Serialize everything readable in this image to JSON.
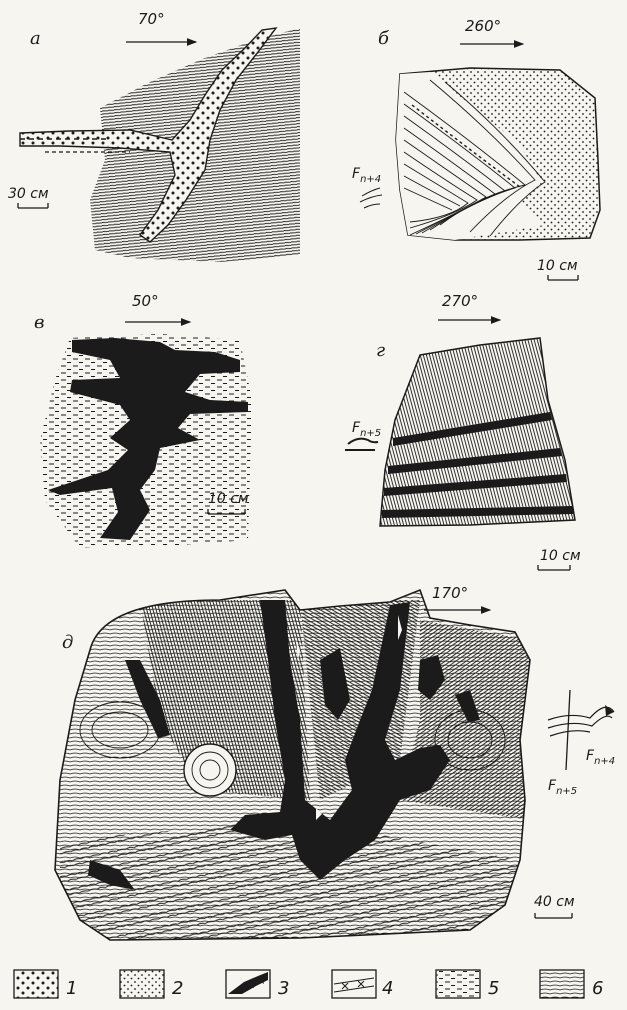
{
  "panels": {
    "a": {
      "letter": "а",
      "direction": "70°",
      "scale": "30 см"
    },
    "b": {
      "letter": "б",
      "direction": "260°",
      "scale": "10 см",
      "fold_label": "F",
      "fold_sub": "n+4"
    },
    "v": {
      "letter": "в",
      "direction": "50°",
      "scale": "10 см"
    },
    "g": {
      "letter": "г",
      "direction": "270°",
      "scale": "10 см",
      "fold_label": "F",
      "fold_sub": "n+5"
    },
    "d": {
      "letter": "д",
      "direction": "170°",
      "scale": "40 см",
      "fold_label_1": "F",
      "fold_sub_1": "n+4",
      "fold_label_2": "F",
      "fold_sub_2": "n+5"
    }
  },
  "legend": [
    {
      "number": "1",
      "pattern": "coarse-dots"
    },
    {
      "number": "2",
      "pattern": "fine-dots"
    },
    {
      "number": "3",
      "pattern": "black-vein"
    },
    {
      "number": "4",
      "pattern": "crossed-band"
    },
    {
      "number": "5",
      "pattern": "dashes"
    },
    {
      "number": "6",
      "pattern": "wavy-lines"
    }
  ],
  "colors": {
    "ink": "#1b1b1b",
    "paper": "#f6f5ef"
  }
}
